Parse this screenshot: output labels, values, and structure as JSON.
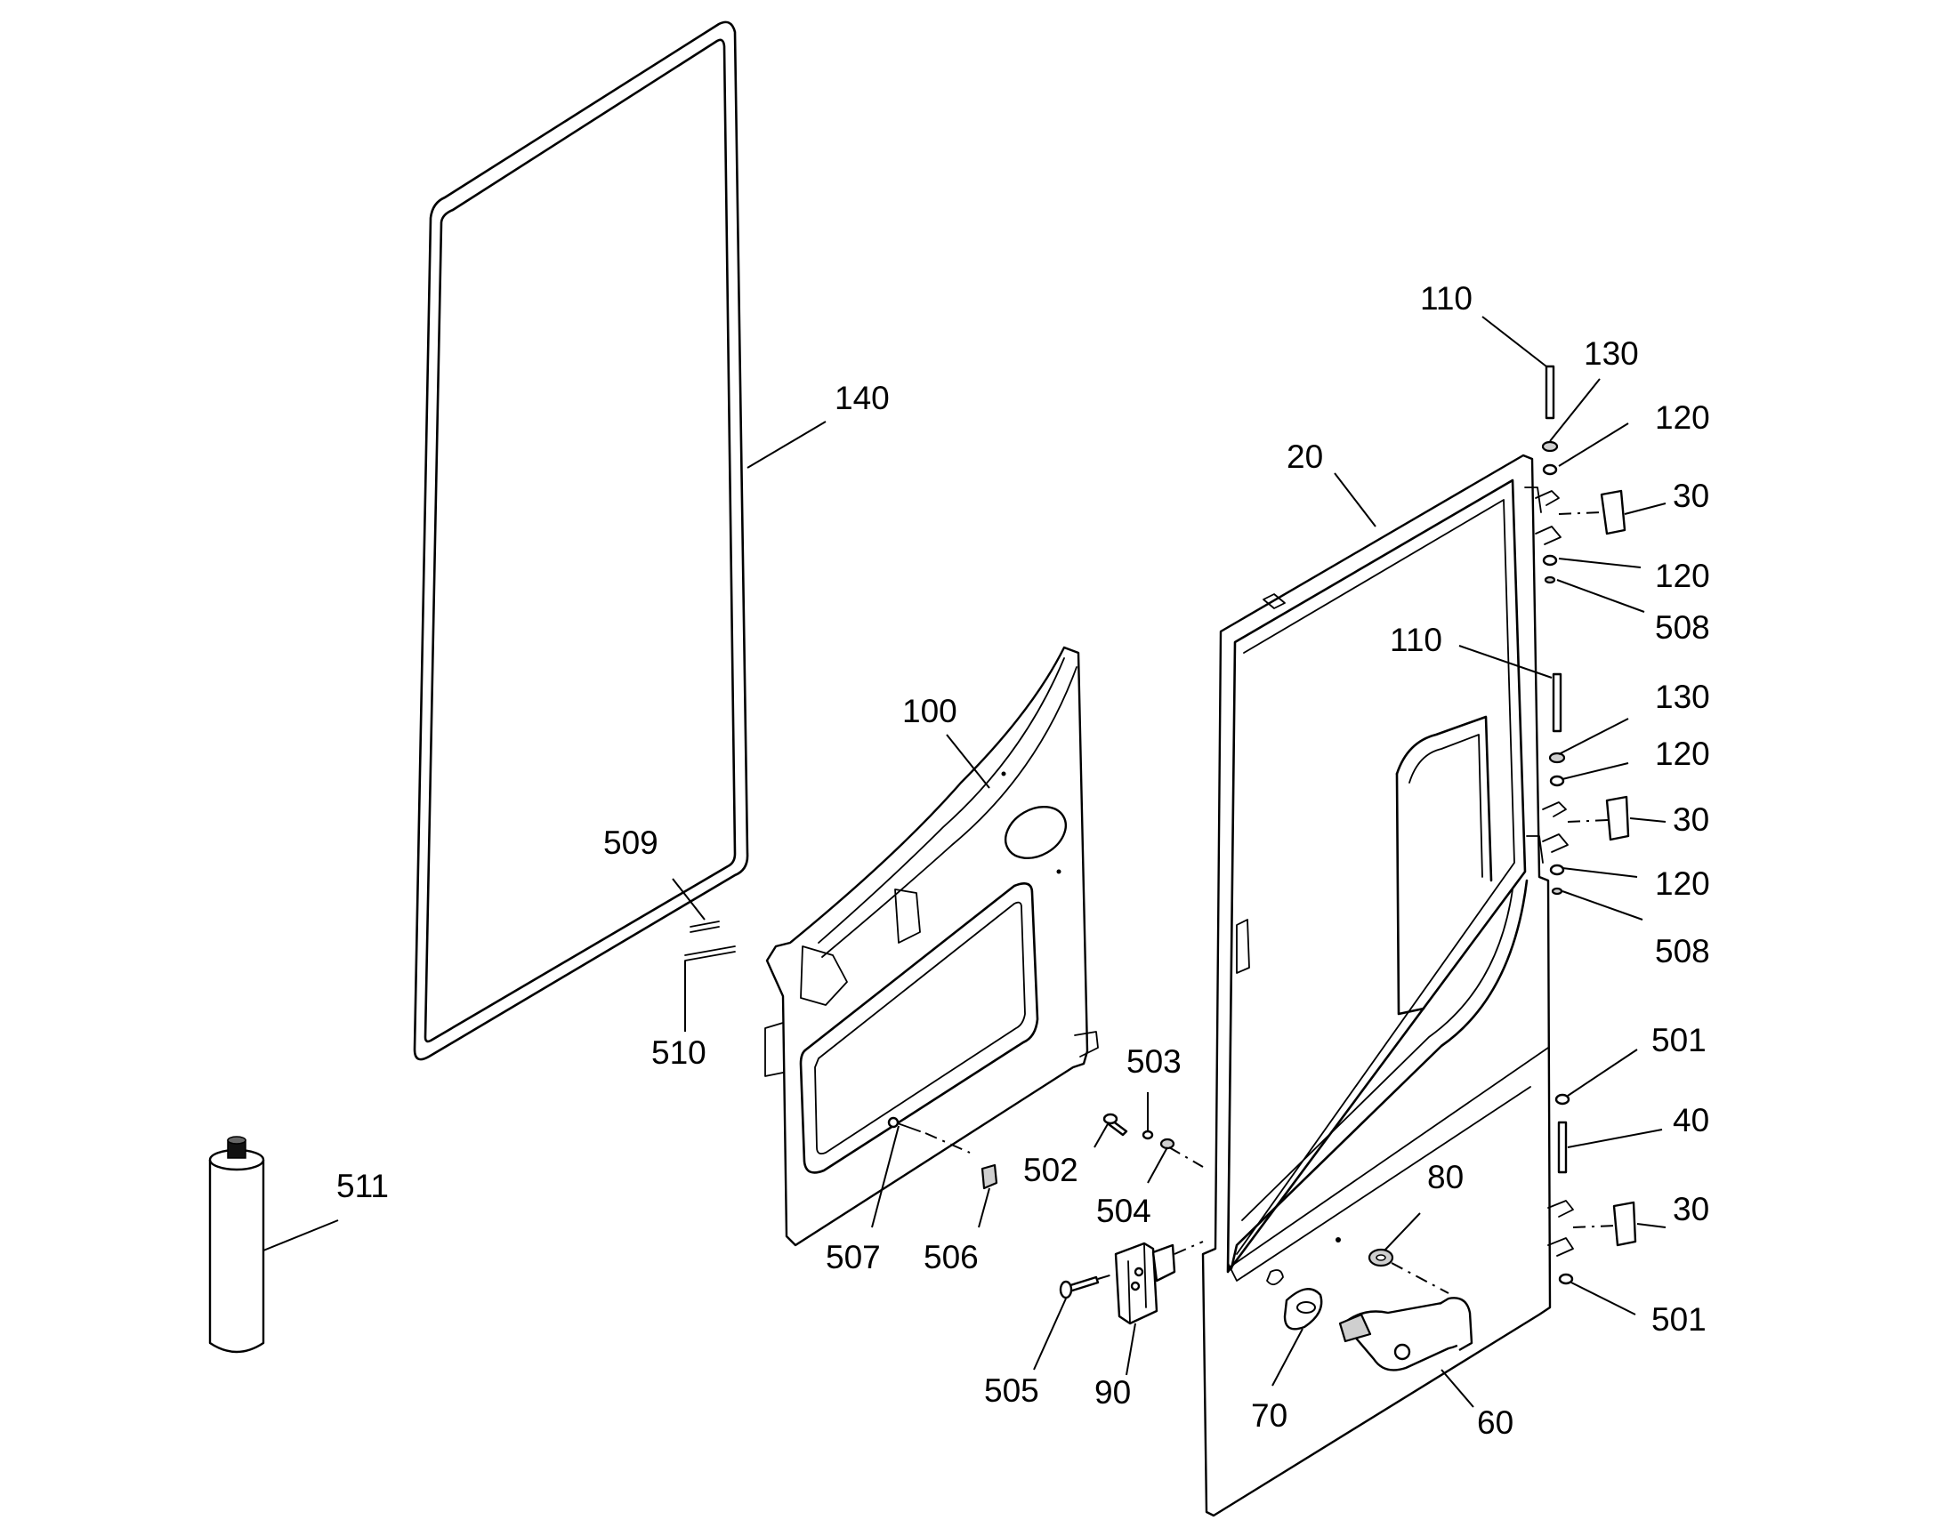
{
  "diagram": {
    "callouts": [
      {
        "id": "c140",
        "label": "140"
      },
      {
        "id": "c509",
        "label": "509"
      },
      {
        "id": "c510",
        "label": "510"
      },
      {
        "id": "c511",
        "label": "511"
      },
      {
        "id": "c100",
        "label": "100"
      },
      {
        "id": "c507",
        "label": "507"
      },
      {
        "id": "c506",
        "label": "506"
      },
      {
        "id": "c502",
        "label": "502"
      },
      {
        "id": "c503",
        "label": "503"
      },
      {
        "id": "c504",
        "label": "504"
      },
      {
        "id": "c505",
        "label": "505"
      },
      {
        "id": "c90",
        "label": "90"
      },
      {
        "id": "c70",
        "label": "70"
      },
      {
        "id": "c60",
        "label": "60"
      },
      {
        "id": "c80",
        "label": "80"
      },
      {
        "id": "c20",
        "label": "20"
      },
      {
        "id": "c110a",
        "label": "110"
      },
      {
        "id": "c130a",
        "label": "130"
      },
      {
        "id": "c120a",
        "label": "120"
      },
      {
        "id": "c30a",
        "label": "30"
      },
      {
        "id": "c120b",
        "label": "120"
      },
      {
        "id": "c508a",
        "label": "508"
      },
      {
        "id": "c110b",
        "label": "110"
      },
      {
        "id": "c130b",
        "label": "130"
      },
      {
        "id": "c120c",
        "label": "120"
      },
      {
        "id": "c30b",
        "label": "30"
      },
      {
        "id": "c120d",
        "label": "120"
      },
      {
        "id": "c508b",
        "label": "508"
      },
      {
        "id": "c501a",
        "label": "501"
      },
      {
        "id": "c40",
        "label": "40"
      },
      {
        "id": "c30c",
        "label": "30"
      },
      {
        "id": "c501b",
        "label": "501"
      }
    ]
  }
}
